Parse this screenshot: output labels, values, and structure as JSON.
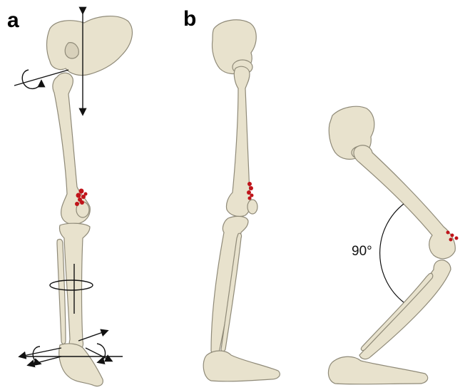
{
  "panels": {
    "a": {
      "label": "a"
    },
    "b": {
      "label": "b"
    }
  },
  "annotations": {
    "knee_flexion_angle": "90°"
  },
  "colors": {
    "bone": "#e8e2cd",
    "bone_outline": "#8f8a78",
    "muscle_marker": "#c0141a",
    "arrow": "#111111"
  }
}
